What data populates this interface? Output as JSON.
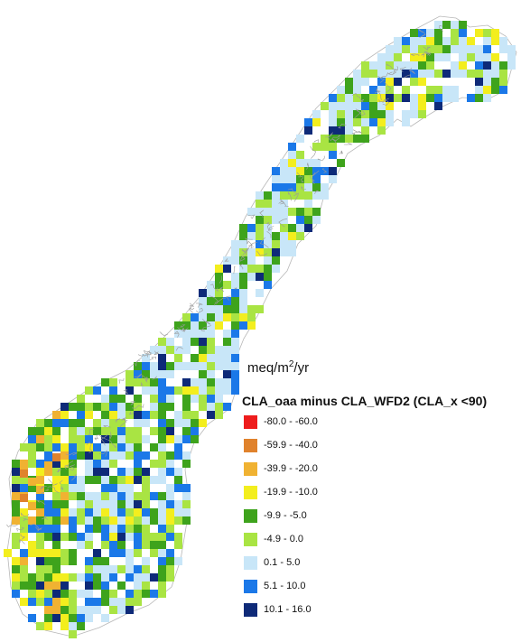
{
  "legend": {
    "unit_base": "meq/m",
    "unit_sup": "2",
    "unit_tail": "/yr",
    "title": "CLA_oaa minus CLA_WFD2 (CLA_x <90)",
    "classes": [
      {
        "label": "-80.0 - -60.0",
        "color": "#ee1c1c"
      },
      {
        "label": "-59.9 - -40.0",
        "color": "#e0822c"
      },
      {
        "label": "-39.9 - -20.0",
        "color": "#f0b232"
      },
      {
        "label": "-19.9 - -10.0",
        "color": "#f3ee1e"
      },
      {
        "label": "-9.9 - -5.0",
        "color": "#3ea31c"
      },
      {
        "label": "-4.9 - 0.0",
        "color": "#a9e443"
      },
      {
        "label": "0.1 - 5.0",
        "color": "#c8e6f8"
      },
      {
        "label": "5.1 - 10.0",
        "color": "#1b78e8"
      },
      {
        "label": "10.1 - 16.0",
        "color": "#0e2a78"
      }
    ]
  }
}
